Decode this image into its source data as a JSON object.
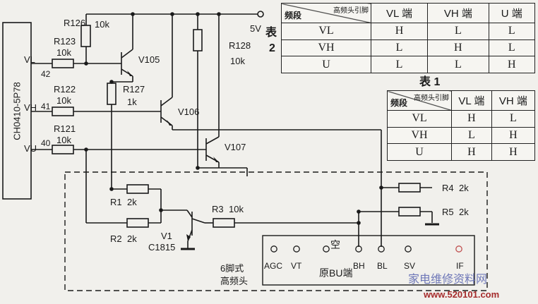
{
  "chip": {
    "label": "CH0410-5P78"
  },
  "pins": [
    {
      "net": "VL",
      "pin": "42"
    },
    {
      "net": "VH",
      "pin": "41"
    },
    {
      "net": "VU",
      "pin": "40"
    }
  ],
  "resistors": {
    "r126": {
      "name": "R126",
      "value": "10k"
    },
    "r123": {
      "name": "R123",
      "value": "10k"
    },
    "r122": {
      "name": "R122",
      "value": "10k"
    },
    "r121": {
      "name": "R121",
      "value": "10k"
    },
    "r127": {
      "name": "R127",
      "value": "1k"
    },
    "r128": {
      "name": "R128",
      "value": "10k"
    },
    "r1": {
      "name": "R1",
      "value": "2k"
    },
    "r2": {
      "name": "R2",
      "value": "2k"
    },
    "r3": {
      "name": "R3",
      "value": "10k"
    },
    "r4": {
      "name": "R4",
      "value": "2k"
    },
    "r5": {
      "name": "R5",
      "value": "2k"
    }
  },
  "transistors": {
    "v105": "V105",
    "v106": "V106",
    "v107": "V107",
    "v1": {
      "name": "V1",
      "part": "C1815"
    }
  },
  "supply": "5V",
  "tuner": {
    "label_line1": "6脚式",
    "label_line2": "高频头",
    "bu_label": "原BU端",
    "empty_label": "空",
    "terminals": [
      "AGC",
      "VT",
      "BH",
      "BL",
      "SV",
      "IF"
    ]
  },
  "table2": {
    "caption_main": "表",
    "caption_num": "2",
    "corner_top": "高频头引脚",
    "corner_bottom": "频段",
    "columns": [
      "VL 端",
      "VH 端",
      "U 端"
    ],
    "rows": [
      {
        "band": "VL",
        "cells": [
          "H",
          "L",
          "L"
        ]
      },
      {
        "band": "VH",
        "cells": [
          "L",
          "H",
          "L"
        ]
      },
      {
        "band": "U",
        "cells": [
          "L",
          "L",
          "H"
        ]
      }
    ]
  },
  "table1": {
    "caption": "表 1",
    "corner_top": "高频头引脚",
    "corner_bottom": "频段",
    "columns": [
      "VL 端",
      "VH 端"
    ],
    "rows": [
      {
        "band": "VL",
        "cells": [
          "H",
          "L"
        ]
      },
      {
        "band": "VH",
        "cells": [
          "L",
          "H"
        ]
      },
      {
        "band": "U",
        "cells": [
          "H",
          "H"
        ]
      }
    ]
  },
  "watermark": {
    "text": "家电维修资料网",
    "url": "www.520101.com"
  }
}
